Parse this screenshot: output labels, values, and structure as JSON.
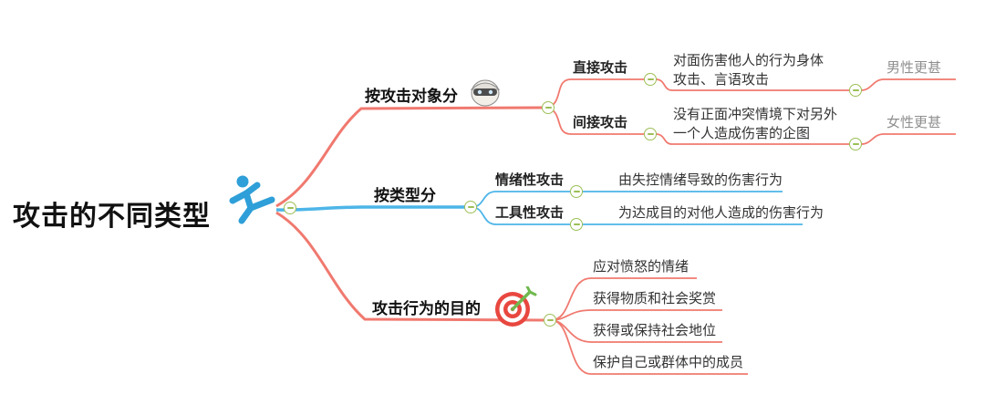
{
  "app": {
    "type": "mindmap"
  },
  "colors": {
    "branch_red": "#f0796f",
    "branch_blue": "#4db5e8",
    "collapse_green": "#9cbf56",
    "note_gray": "#8f8f8f",
    "root_icon_blue": "#2e9fd8",
    "target_red": "#e8473f",
    "dart_green": "#70b84e"
  },
  "icons": {
    "root": "kicking-person-icon",
    "branch_by_target": "ninja-face-icon",
    "branch_purpose": "dartboard-icon",
    "collapse": "minus-circle-icon"
  },
  "root": {
    "label": "攻击的不同类型"
  },
  "branches": [
    {
      "label": "按攻击对象分",
      "children": [
        {
          "label": "直接攻击",
          "desc": "对面伤害他人的行为身体\n攻击、言语攻击",
          "note": "男性更甚"
        },
        {
          "label": "间接攻击",
          "desc": "没有正面冲突情境下对另外\n一个人造成伤害的企图",
          "note": "女性更甚"
        }
      ]
    },
    {
      "label": "按类型分",
      "children": [
        {
          "label": "情绪性攻击",
          "desc": "由失控情绪导致的伤害行为"
        },
        {
          "label": "工具性攻击",
          "desc": "为达成目的对他人造成的伤害行为"
        }
      ]
    },
    {
      "label": "攻击行为的目的",
      "children": [
        {
          "label": "应对愤怒的情绪"
        },
        {
          "label": "获得物质和社会奖赏"
        },
        {
          "label": "获得或保持社会地位"
        },
        {
          "label": "保护自己或群体中的成员"
        }
      ]
    }
  ]
}
